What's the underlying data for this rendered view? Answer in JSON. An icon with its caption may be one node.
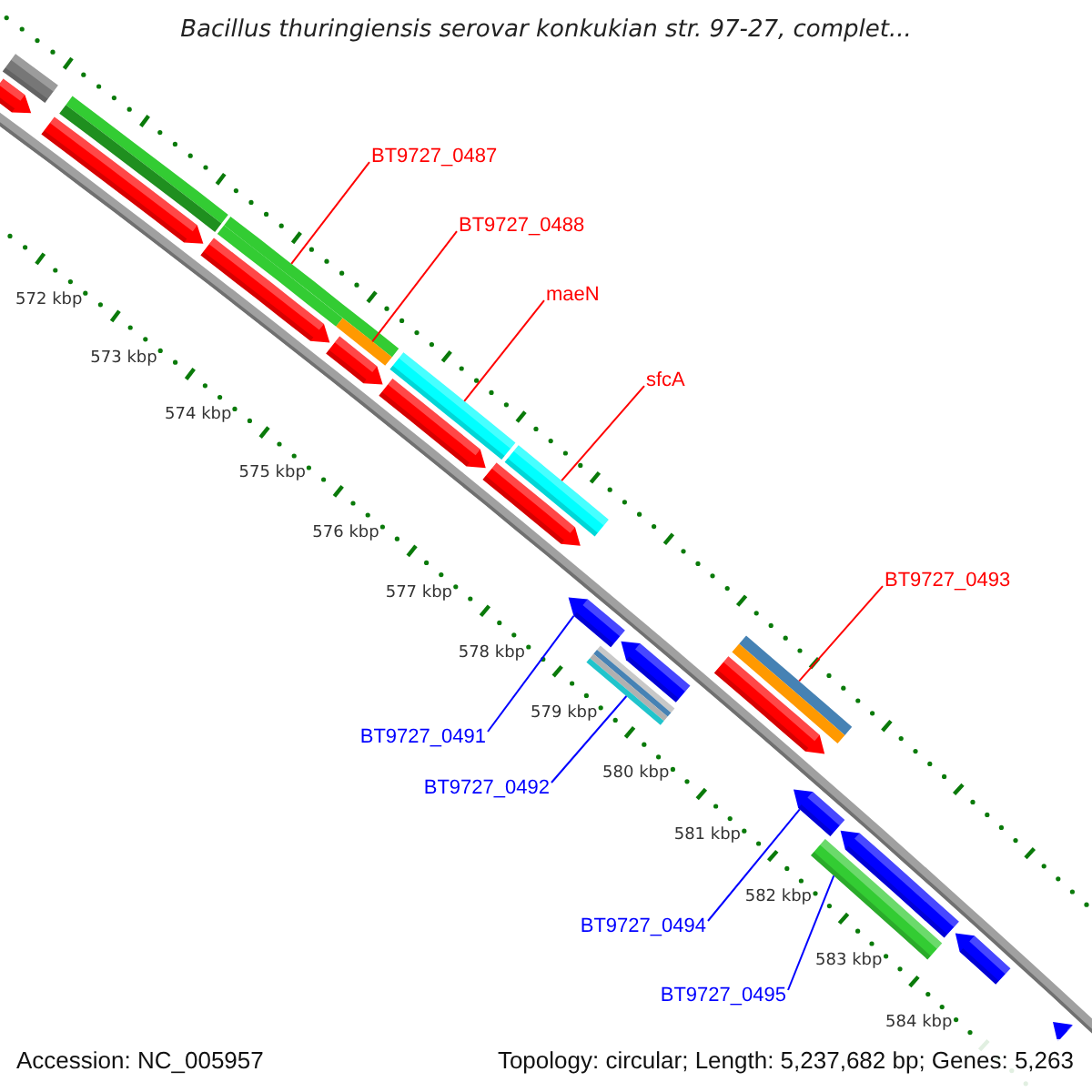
{
  "diagram": {
    "title": "Bacillus thuringiensis serovar konkukian str. 97-27, complet...",
    "nodes": [
      {
        "text": [
          "BT9727_0487"
        ]
      },
      {
        "text": [
          "BT9727_0488"
        ]
      },
      {
        "text": [
          "maeN"
        ]
      },
      {
        "text": [
          "sfcA"
        ]
      },
      {
        "text": [
          "BT9727_0493"
        ]
      },
      {
        "text": [
          "BT9727_0491"
        ]
      },
      {
        "text": [
          "BT9727_0492"
        ]
      },
      {
        "text": [
          "BT9727_0494"
        ]
      },
      {
        "text": [
          "BT9727_0495"
        ]
      },
      {
        "text": [],
        "shape": "bar"
      },
      {
        "text": [],
        "shape": "bar"
      },
      {
        "text": [],
        "shape": "bar"
      },
      {
        "text": [],
        "shape": "bar"
      },
      {
        "text": [],
        "shape": "bar"
      },
      {
        "text": [],
        "shape": "arrow"
      },
      {
        "text": [],
        "shape": "bar"
      },
      {
        "text": [],
        "shape": "arrow"
      },
      {
        "text": [],
        "shape": "bar"
      },
      {
        "text": [],
        "shape": "arrow"
      },
      {
        "text": [],
        "shape": "arrow"
      },
      {
        "text": [],
        "shape": "arrow"
      },
      {
        "text": [],
        "shape": "arrow"
      },
      {
        "text": [],
        "shape": "arrow"
      },
      {
        "text": [],
        "shape": "arrow"
      },
      {
        "text": [],
        "shape": "arrow"
      },
      {
        "text": [],
        "shape": "bar"
      },
      {
        "text": [],
        "shape": "bar"
      },
      {
        "text": [],
        "shape": "bar"
      },
      {
        "text": [],
        "shape": "arrow"
      },
      {
        "text": [],
        "shape": "arrow"
      },
      {
        "text": [],
        "shape": "arrow"
      },
      {
        "text": [],
        "shape": "arrow"
      }
    ],
    "edges": [
      {
        "from": 0,
        "to": 9,
        "arrow": "none"
      },
      {
        "from": 1,
        "to": 10,
        "arrow": "none"
      },
      {
        "from": 2,
        "to": 11,
        "arrow": "none"
      },
      {
        "from": 3,
        "to": 12,
        "arrow": "none"
      },
      {
        "from": 4,
        "to": 13,
        "arrow": "none"
      },
      {
        "from": 5,
        "to": 14,
        "arrow": "none",
        "color": "#0000ff"
      },
      {
        "from": 6,
        "to": 15,
        "arrow": "none",
        "color": "#0000ff"
      },
      {
        "from": 7,
        "to": 16,
        "arrow": "none",
        "color": "#0000ff"
      },
      {
        "from": 8,
        "to": 17,
        "arrow": "none",
        "color": "#0000ff"
      }
    ],
    "labels": [
      "572 kbp",
      "573 kbp",
      "574 kbp",
      "575 kbp",
      "576 kbp",
      "577 kbp",
      "578 kbp",
      "579 kbp",
      "580 kbp",
      "581 kbp",
      "582 kbp",
      "583 kbp",
      "584 kbp",
      "Accession: NC_005957",
      "Topology: circular; Length: 5,237,682 bp; Genes: 5,263"
    ]
  }
}
